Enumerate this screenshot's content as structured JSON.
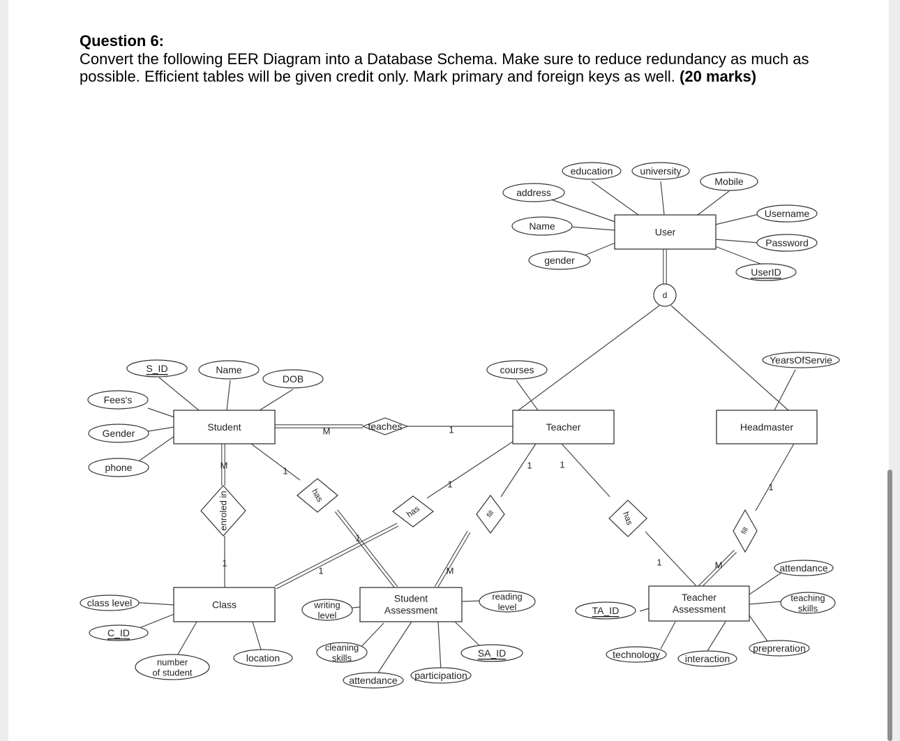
{
  "question": {
    "title": "Question 6:",
    "body": "Convert the following EER Diagram into a Database Schema. Make sure to reduce redundancy as much as possible. Efficient tables will be given credit only. Mark primary and foreign keys as well.",
    "marks": "(20 marks)"
  },
  "diagram": {
    "entities": [
      {
        "id": "user",
        "label": "User"
      },
      {
        "id": "student",
        "label": "Student"
      },
      {
        "id": "teacher",
        "label": "Teacher"
      },
      {
        "id": "headmaster",
        "label": "Headmaster"
      },
      {
        "id": "class",
        "label": "Class"
      },
      {
        "id": "student_assessment",
        "label": "Student Assessment"
      },
      {
        "id": "teacher_assessment",
        "label": "Teacher Assessment"
      }
    ],
    "attributes": [
      {
        "id": "education",
        "label": "education",
        "key": false
      },
      {
        "id": "university",
        "label": "university",
        "key": false
      },
      {
        "id": "mobile",
        "label": "Mobile",
        "key": false
      },
      {
        "id": "address",
        "label": "address",
        "key": false
      },
      {
        "id": "user_name",
        "label": "Name",
        "key": false
      },
      {
        "id": "gender_user",
        "label": "gender",
        "key": false
      },
      {
        "id": "username",
        "label": "Username",
        "key": false
      },
      {
        "id": "password",
        "label": "Password",
        "key": false
      },
      {
        "id": "userid",
        "label": "UserID",
        "key": true
      },
      {
        "id": "s_id",
        "label": "S_ID",
        "key": true
      },
      {
        "id": "student_name",
        "label": "Name",
        "key": false
      },
      {
        "id": "dob",
        "label": "DOB",
        "key": false
      },
      {
        "id": "fees",
        "label": "Fees's",
        "key": false
      },
      {
        "id": "gender_student",
        "label": "Gender",
        "key": false
      },
      {
        "id": "phone",
        "label": "phone",
        "key": false
      },
      {
        "id": "courses",
        "label": "courses",
        "key": false
      },
      {
        "id": "years_of_service",
        "label": "YearsOfServie",
        "key": false
      },
      {
        "id": "class_level",
        "label": "class level",
        "key": false
      },
      {
        "id": "c_id",
        "label": "C_ID",
        "key": true
      },
      {
        "id": "number_of_student",
        "label": "number of student",
        "key": false
      },
      {
        "id": "location",
        "label": "location",
        "key": false
      },
      {
        "id": "writing_level",
        "label": "writing level",
        "key": false
      },
      {
        "id": "reading_level",
        "label": "reading level",
        "key": false
      },
      {
        "id": "cleaning_skills",
        "label": "cleaning skills",
        "key": false
      },
      {
        "id": "sa_attendance",
        "label": "attendance",
        "key": false
      },
      {
        "id": "participation",
        "label": "participation",
        "key": false
      },
      {
        "id": "sa_id",
        "label": "SA_ID",
        "key": true
      },
      {
        "id": "ta_id",
        "label": "TA_ID",
        "key": true
      },
      {
        "id": "ta_attendance",
        "label": "attendance",
        "key": false
      },
      {
        "id": "teaching_skills",
        "label": "teaching skills",
        "key": false
      },
      {
        "id": "prepreration",
        "label": "prepreration",
        "key": false
      },
      {
        "id": "technology",
        "label": "technology",
        "key": false
      },
      {
        "id": "interaction",
        "label": "interaction",
        "key": false
      }
    ],
    "relationships": [
      {
        "id": "teaches",
        "label": "teaches"
      },
      {
        "id": "enroled_in",
        "label": "enroled in"
      },
      {
        "id": "has_student_sa",
        "label": "has"
      },
      {
        "id": "has_teacher_class",
        "label": "has"
      },
      {
        "id": "fill_teacher_sa",
        "label": "fill"
      },
      {
        "id": "has_teacher_ta",
        "label": "has"
      },
      {
        "id": "fill_headmaster_ta",
        "label": "fill"
      }
    ],
    "specialization": {
      "label": "d"
    },
    "cardinalities": [
      {
        "id": "c1",
        "label": "M"
      },
      {
        "id": "c2",
        "label": "1"
      },
      {
        "id": "c3",
        "label": "M"
      },
      {
        "id": "c4",
        "label": "1"
      },
      {
        "id": "c5",
        "label": "1"
      },
      {
        "id": "c6",
        "label": "1"
      },
      {
        "id": "c7",
        "label": "1"
      },
      {
        "id": "c8",
        "label": "1"
      },
      {
        "id": "c9",
        "label": "1"
      },
      {
        "id": "c10",
        "label": "M"
      },
      {
        "id": "c11",
        "label": "1"
      },
      {
        "id": "c12",
        "label": "1"
      },
      {
        "id": "c13",
        "label": "M"
      },
      {
        "id": "c14",
        "label": "1"
      }
    ]
  }
}
